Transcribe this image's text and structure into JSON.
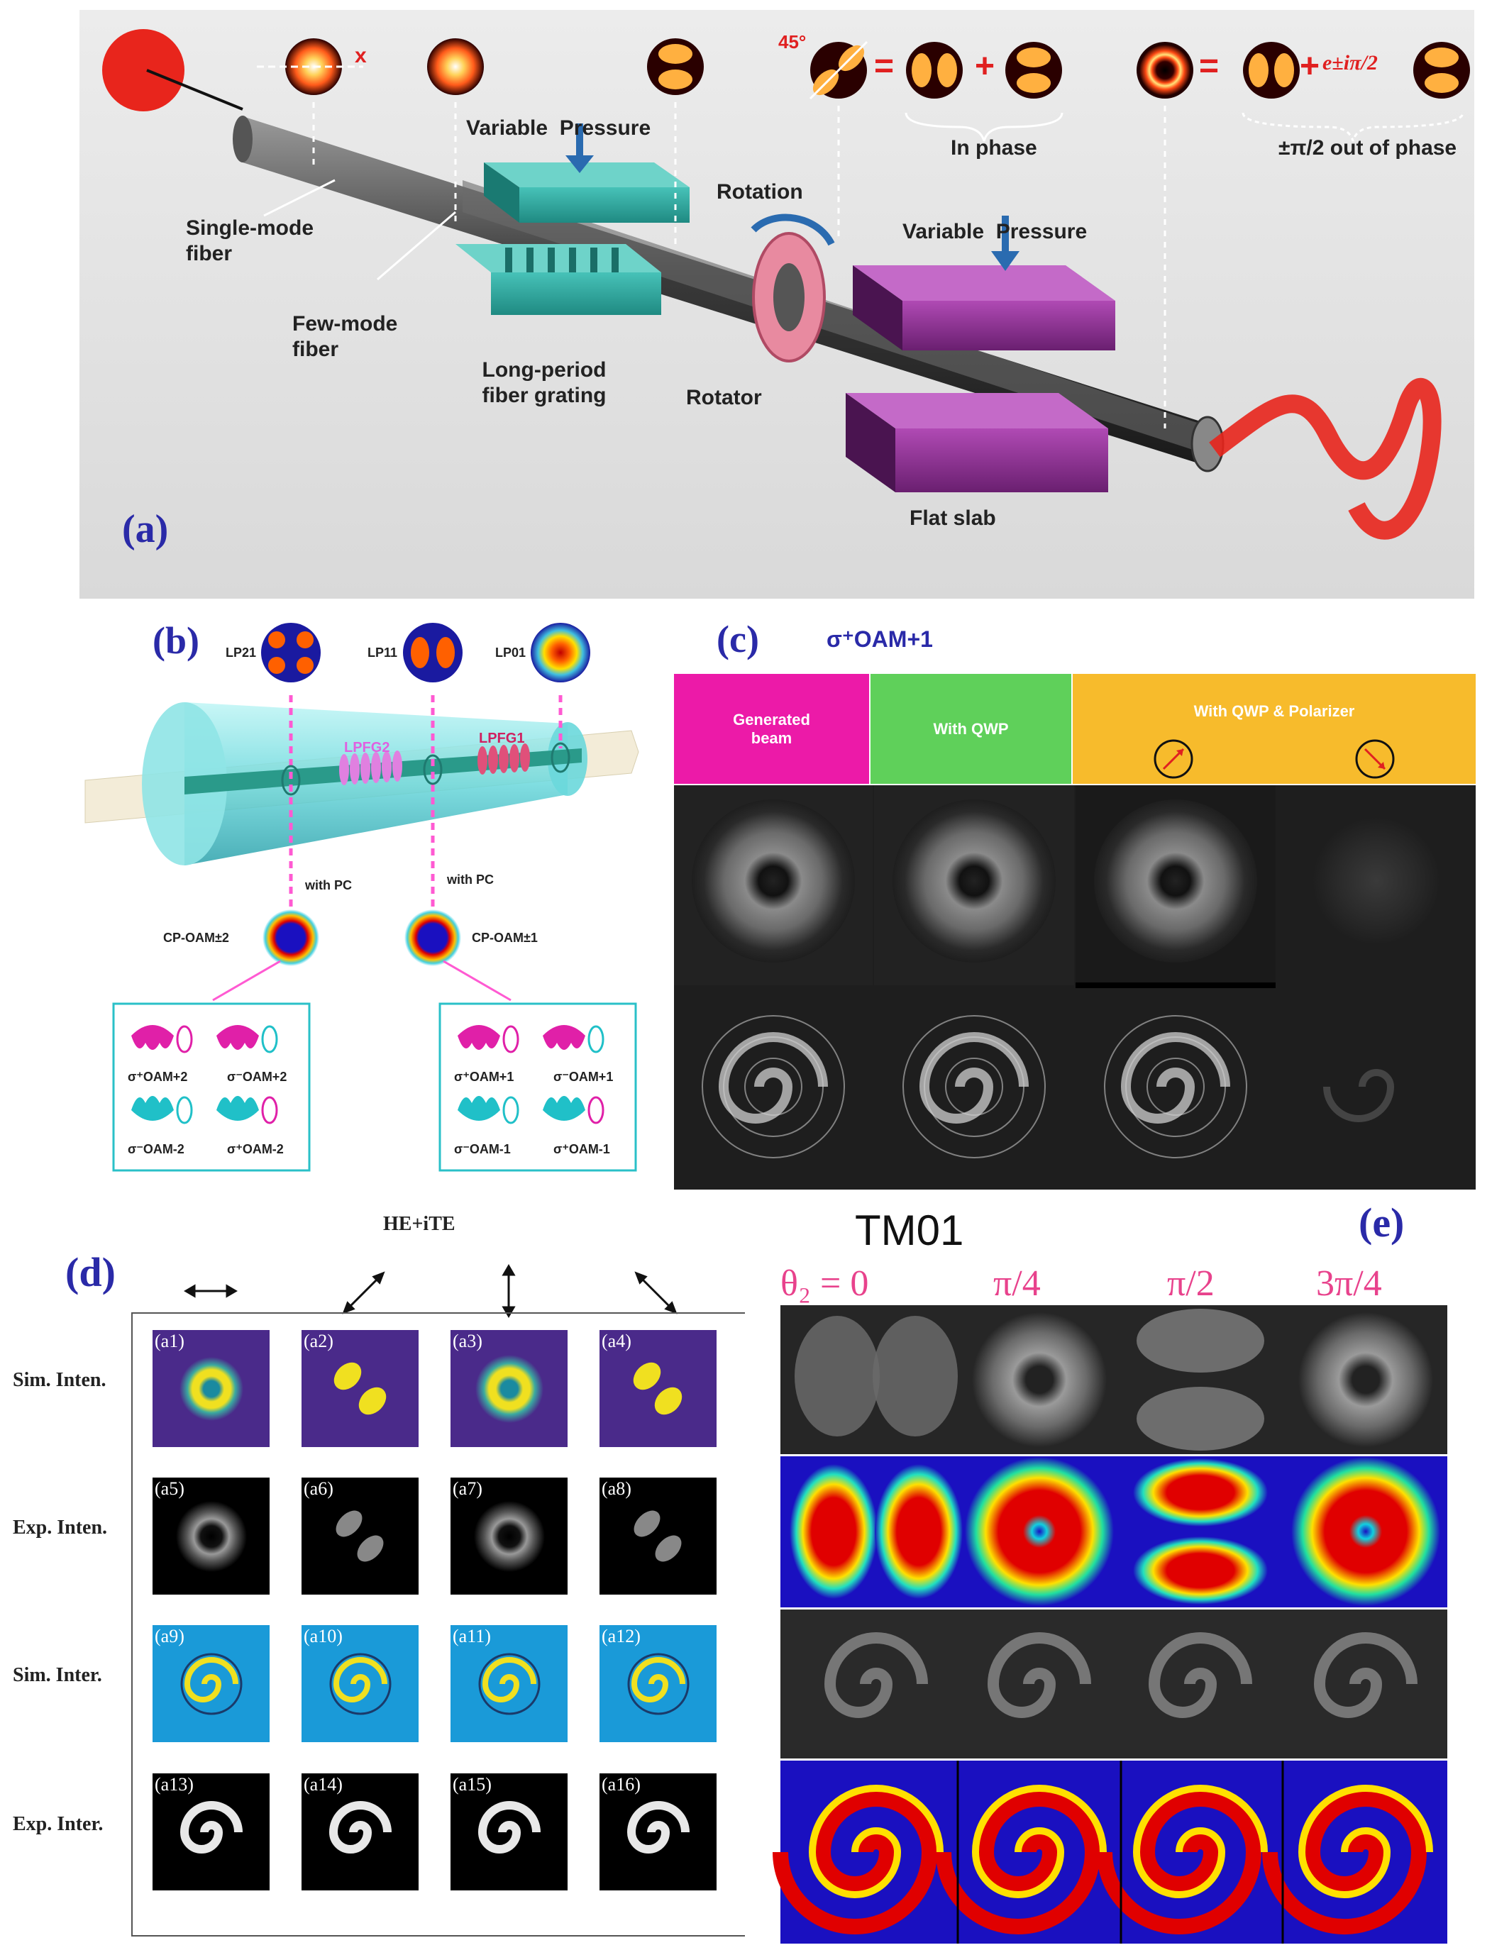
{
  "panel_a": {
    "letter": "(a)",
    "labels": {
      "x_axis": "x",
      "angle": "45°",
      "variable_pressure_1": "Variable  Pressure",
      "in_phase": "In phase",
      "out_of_phase": "±π/2 out of phase",
      "rotation": "Rotation",
      "variable_pressure_2": "Variable  Pressure",
      "single_mode_fiber": "Single-mode fiber",
      "few_mode_fiber": "Few-mode fiber",
      "lpfg": "Long-period fiber grating",
      "rotator": "Rotator",
      "flat_slab": "Flat slab",
      "exp_term": "e±iπ/2",
      "eq": "=",
      "plus": "+"
    }
  },
  "panel_b": {
    "letter": "(b)",
    "modes": [
      "LP21",
      "LP11",
      "LP01"
    ],
    "gratings": [
      "LPFG2",
      "LPFG1"
    ],
    "with_pc": "with PC",
    "cp_oam_2": "CP-OAM±2",
    "cp_oam_1": "CP-OAM±1",
    "box_left": [
      "σ⁺OAM+2",
      "σ⁻OAM+2",
      "σ⁻OAM-2",
      "σ⁺OAM-2"
    ],
    "box_right": [
      "σ⁺OAM+1",
      "σ⁻OAM+1",
      "σ⁻OAM-1",
      "σ⁺OAM-1"
    ]
  },
  "panel_c": {
    "letter": "(c)",
    "title": "σ⁺OAM+1",
    "headers": [
      "Generated beam",
      "With QWP",
      "With QWP & Polarizer"
    ],
    "colors": {
      "magenta": "#ec1aa8",
      "green": "#5fd05a",
      "orange": "#f7bb2c"
    }
  },
  "panel_d": {
    "letter": "(d)",
    "title": "HE+iTE",
    "rows": [
      "Sim. Inten.",
      "Exp. Inten.",
      "Sim. Inter.",
      "Exp. Inter."
    ],
    "cells": [
      "(a1)",
      "(a2)",
      "(a3)",
      "(a4)",
      "(a5)",
      "(a6)",
      "(a7)",
      "(a8)",
      "(a9)",
      "(a10)",
      "(a11)",
      "(a12)",
      "(a13)",
      "(a14)",
      "(a15)",
      "(a16)"
    ]
  },
  "panel_e": {
    "letter": "(e)",
    "title": "TM01",
    "angles": [
      "θ₂ = 0",
      "π/4",
      "π/2",
      "3π/4"
    ],
    "angle_color": "#e8428c"
  }
}
